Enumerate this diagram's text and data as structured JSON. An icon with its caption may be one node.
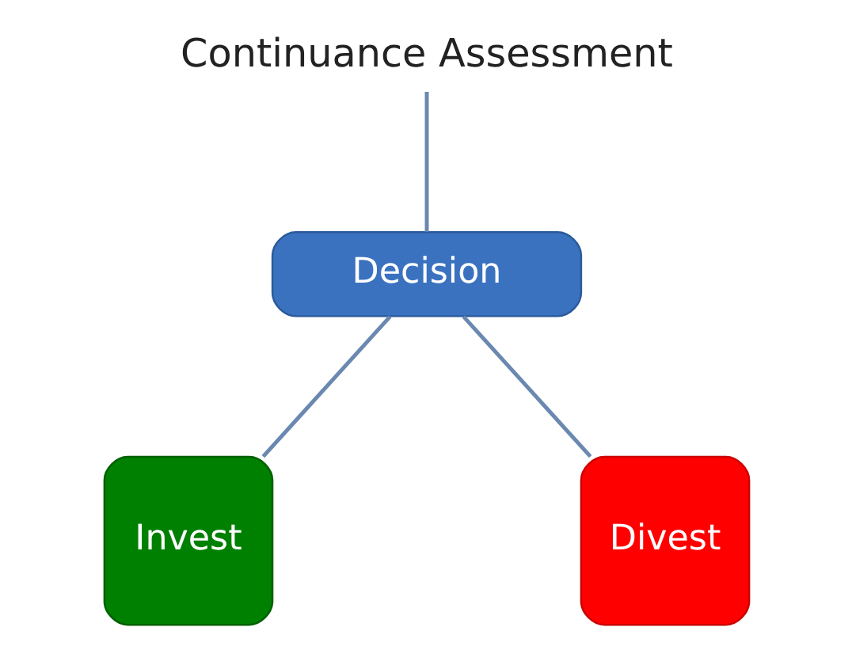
{
  "diagram": {
    "nodes": [
      {
        "text": [
          "Continuance Assessment"
        ]
      },
      {
        "text": [
          "Decision"
        ]
      },
      {
        "text": [
          "Invest"
        ]
      },
      {
        "text": [
          "Divest"
        ]
      }
    ],
    "edges": [
      {
        "from": 0,
        "to": 1,
        "arrow": "none"
      },
      {
        "from": 1,
        "to": 2,
        "arrow": "none"
      },
      {
        "from": 1,
        "to": 3,
        "arrow": "none"
      }
    ]
  }
}
